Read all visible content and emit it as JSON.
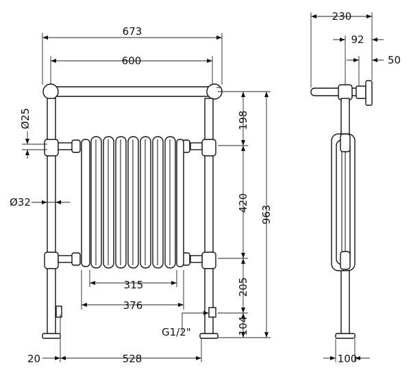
{
  "drawing": {
    "front_view": {
      "overall_width": "673",
      "rail_centres": "600",
      "rail_diameter": "Ø25",
      "leg_diameter": "Ø32",
      "top_section_height": "198",
      "radiator_height": "420",
      "lower_section_height": "205",
      "foot_height": "104",
      "total_height": "963",
      "radiator_inner_width": "315",
      "radiator_outer_width": "376",
      "connection_thread": "G1/2\"",
      "foot_offset": "20",
      "valve_centres": "528"
    },
    "side_view": {
      "depth_overall": "230",
      "depth_wall_to_leg": "92",
      "bracket_depth": "50",
      "foot_depth": "100"
    }
  }
}
